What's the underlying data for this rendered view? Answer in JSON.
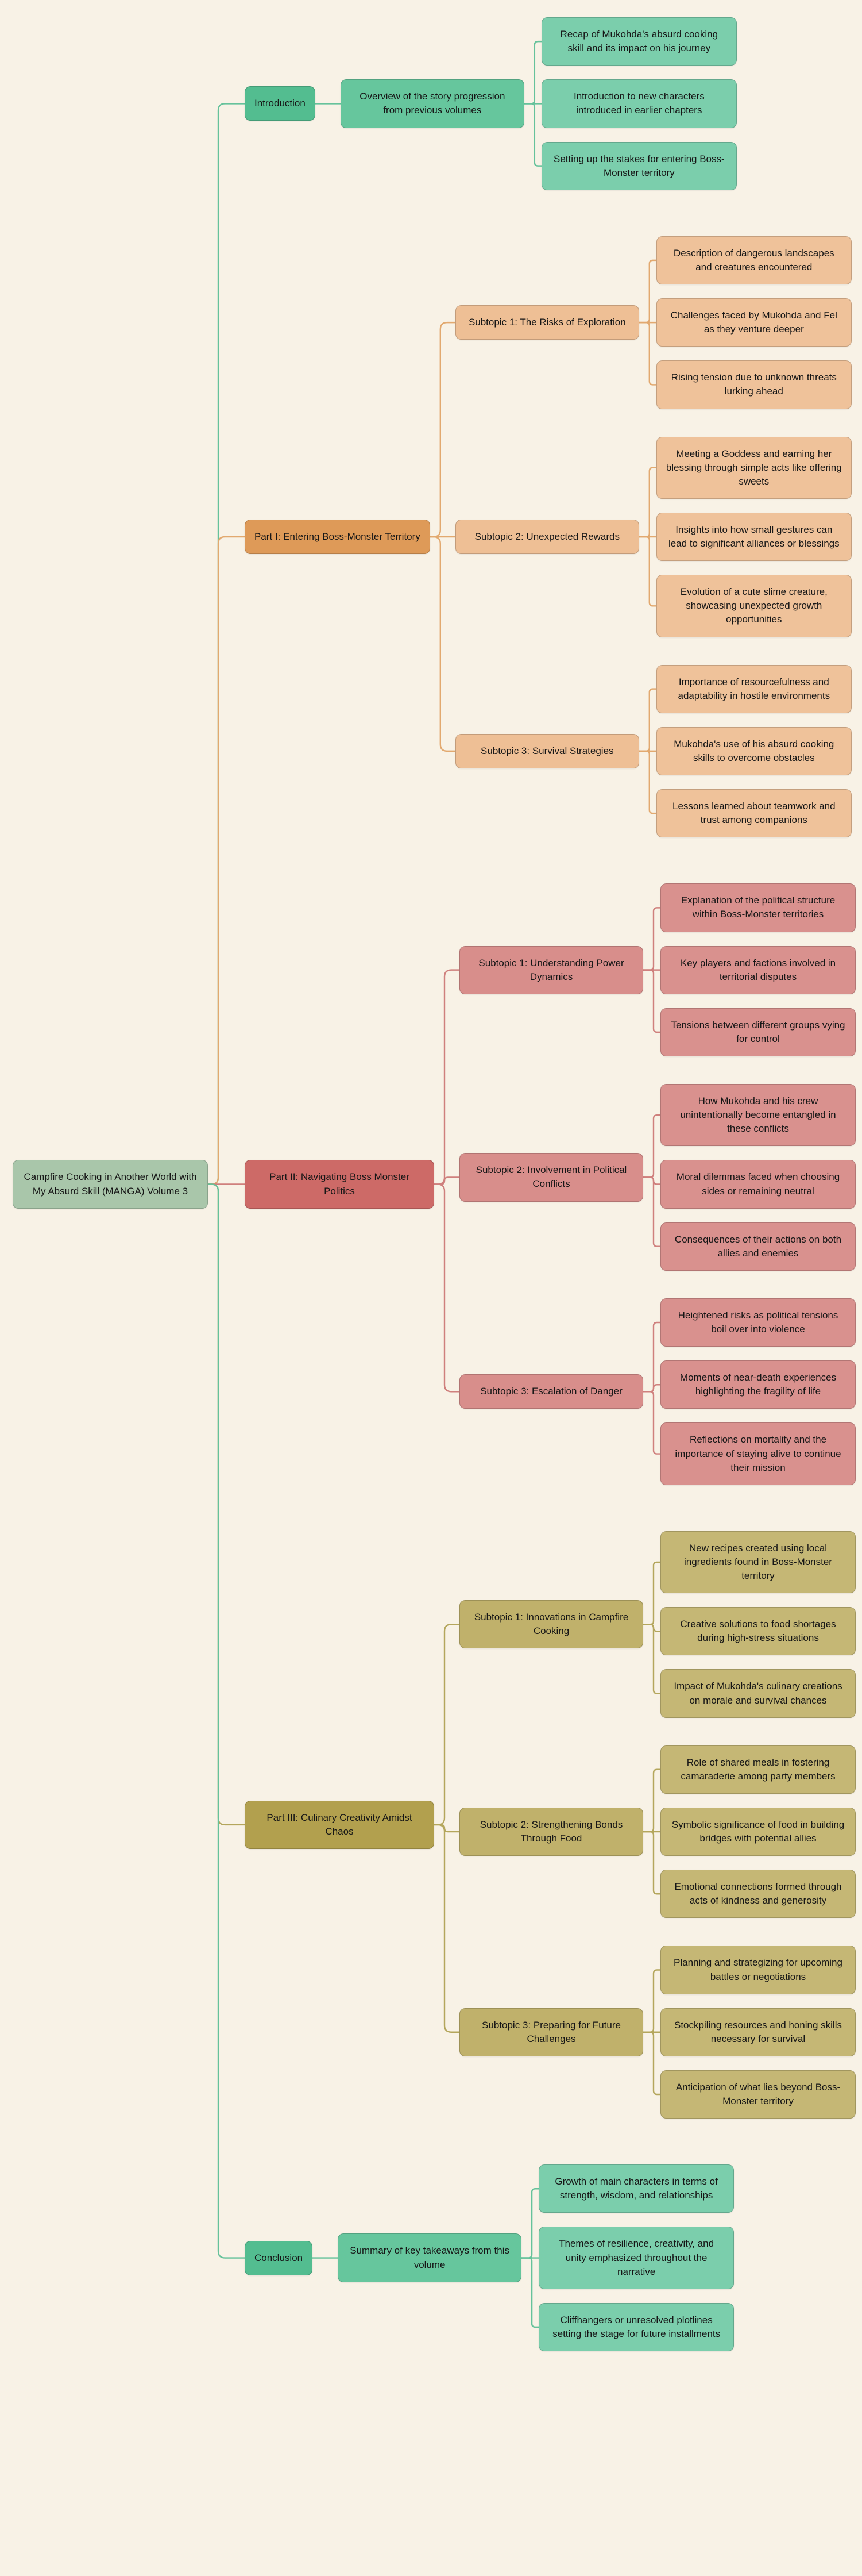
{
  "page": {
    "background": "#f8f2e6"
  },
  "themes": {
    "root": {
      "fill": "#a9c6aa",
      "line": "#8fb894"
    },
    "green": {
      "l1": "#53bd90",
      "l2": "#66c69d",
      "l3": "#7bceac",
      "line": "#66c29b"
    },
    "orange": {
      "l1": "#de9a58",
      "l2": "#eebf95",
      "l3": "#efc29a",
      "line": "#e2a96f"
    },
    "red": {
      "l1": "#cd6a67",
      "l2": "#d88e8b",
      "l3": "#d9918e",
      "line": "#cf807d"
    },
    "olive": {
      "l1": "#b2a04e",
      "l2": "#c0b16b",
      "l3": "#c5b775",
      "line": "#b4a65c"
    }
  },
  "tree": {
    "label": "Campfire Cooking in Another World with My Absurd Skill (MANGA) Volume 3",
    "children": [
      {
        "label": "Introduction",
        "theme": "green",
        "children": [
          {
            "label": "Overview of the story progression from previous volumes",
            "children": [
              {
                "label": "Recap of Mukohda's absurd cooking skill and its impact on his journey"
              },
              {
                "label": "Introduction to new characters introduced in earlier chapters"
              },
              {
                "label": "Setting up the stakes for entering Boss-Monster territory"
              }
            ]
          }
        ]
      },
      {
        "label": "Part I: Entering Boss-Monster Territory",
        "theme": "orange",
        "children": [
          {
            "label": "Subtopic 1: The Risks of Exploration",
            "children": [
              {
                "label": "Description of dangerous landscapes and creatures encountered"
              },
              {
                "label": "Challenges faced by Mukohda and Fel as they venture deeper"
              },
              {
                "label": "Rising tension due to unknown threats lurking ahead"
              }
            ]
          },
          {
            "label": "Subtopic 2: Unexpected Rewards",
            "children": [
              {
                "label": "Meeting a Goddess and earning her blessing through simple acts like offering sweets"
              },
              {
                "label": "Insights into how small gestures can lead to significant alliances or blessings"
              },
              {
                "label": "Evolution of a cute slime creature, showcasing unexpected growth opportunities"
              }
            ]
          },
          {
            "label": "Subtopic 3: Survival Strategies",
            "children": [
              {
                "label": "Importance of resourcefulness and adaptability in hostile environments"
              },
              {
                "label": "Mukohda's use of his absurd cooking skills to overcome obstacles"
              },
              {
                "label": "Lessons learned about teamwork and trust among companions"
              }
            ]
          }
        ]
      },
      {
        "label": "Part II: Navigating Boss Monster Politics",
        "theme": "red",
        "children": [
          {
            "label": "Subtopic 1: Understanding Power Dynamics",
            "children": [
              {
                "label": "Explanation of the political structure within Boss-Monster territories"
              },
              {
                "label": "Key players and factions involved in territorial disputes"
              },
              {
                "label": "Tensions between different groups vying for control"
              }
            ]
          },
          {
            "label": "Subtopic 2: Involvement in Political Conflicts",
            "children": [
              {
                "label": "How Mukohda and his crew unintentionally become entangled in these conflicts"
              },
              {
                "label": "Moral dilemmas faced when choosing sides or remaining neutral"
              },
              {
                "label": "Consequences of their actions on both allies and enemies"
              }
            ]
          },
          {
            "label": "Subtopic 3: Escalation of Danger",
            "children": [
              {
                "label": "Heightened risks as political tensions boil over into violence"
              },
              {
                "label": "Moments of near-death experiences highlighting the fragility of life"
              },
              {
                "label": "Reflections on mortality and the importance of staying alive to continue their mission"
              }
            ]
          }
        ]
      },
      {
        "label": "Part III: Culinary Creativity Amidst Chaos",
        "theme": "olive",
        "children": [
          {
            "label": "Subtopic 1: Innovations in Campfire Cooking",
            "children": [
              {
                "label": "New recipes created using local ingredients found in Boss-Monster territory"
              },
              {
                "label": "Creative solutions to food shortages during high-stress situations"
              },
              {
                "label": "Impact of Mukohda's culinary creations on morale and survival chances"
              }
            ]
          },
          {
            "label": "Subtopic 2: Strengthening Bonds Through Food",
            "children": [
              {
                "label": "Role of shared meals in fostering camaraderie among party members"
              },
              {
                "label": "Symbolic significance of food in building bridges with potential allies"
              },
              {
                "label": "Emotional connections formed through acts of kindness and generosity"
              }
            ]
          },
          {
            "label": "Subtopic 3: Preparing for Future Challenges",
            "children": [
              {
                "label": "Planning and strategizing for upcoming battles or negotiations"
              },
              {
                "label": "Stockpiling resources and honing skills necessary for survival"
              },
              {
                "label": "Anticipation of what lies beyond Boss-Monster territory"
              }
            ]
          }
        ]
      },
      {
        "label": "Conclusion",
        "theme": "green",
        "children": [
          {
            "label": "Summary of key takeaways from this volume",
            "children": [
              {
                "label": "Growth of main characters in terms of strength, wisdom, and relationships"
              },
              {
                "label": "Themes of resilience, creativity, and unity emphasized throughout the narrative"
              },
              {
                "label": "Cliffhangers or unresolved plotlines setting the stage for future installments"
              }
            ]
          }
        ]
      }
    ]
  }
}
